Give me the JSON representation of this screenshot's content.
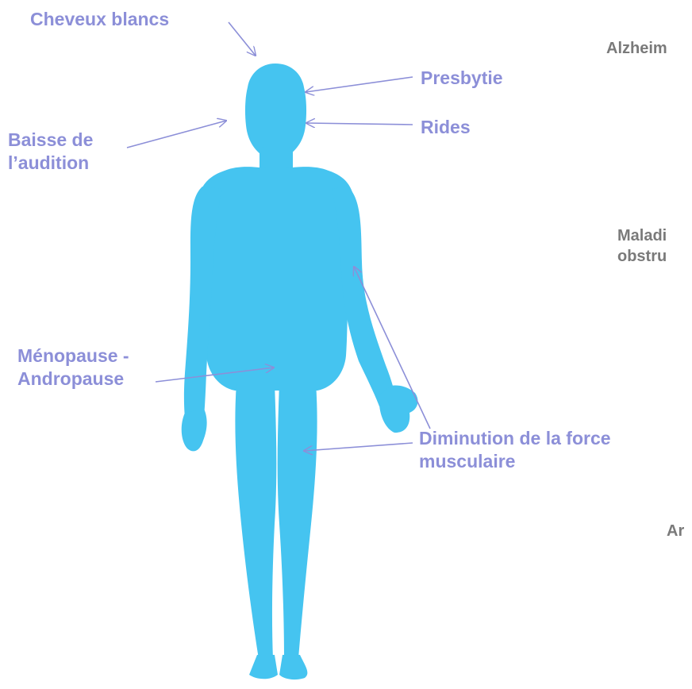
{
  "colors": {
    "silhouette": "#45c4f0",
    "label_text": "#8c8fd8",
    "arrow": "#8c8fd8",
    "side_text": "#7a7a7a"
  },
  "left_labels": {
    "cheveux_blancs": "Cheveux blancs",
    "baisse_audition_line1": "Baisse de",
    "baisse_audition_line2": "l’audition",
    "menopause_line1": "Ménopause -",
    "menopause_line2": "Andropause"
  },
  "right_labels": {
    "presbytie": "Presbytie",
    "rides": "Rides",
    "force_line1": "Diminution de la force",
    "force_line2": "musculaire"
  },
  "cut_off_labels": {
    "alzheimer": "Alzheim",
    "maladie_line1": "Maladi",
    "maladie_line2": "obstru",
    "ar": "Ar"
  },
  "icons": {
    "figure": "human-silhouette-icon"
  }
}
